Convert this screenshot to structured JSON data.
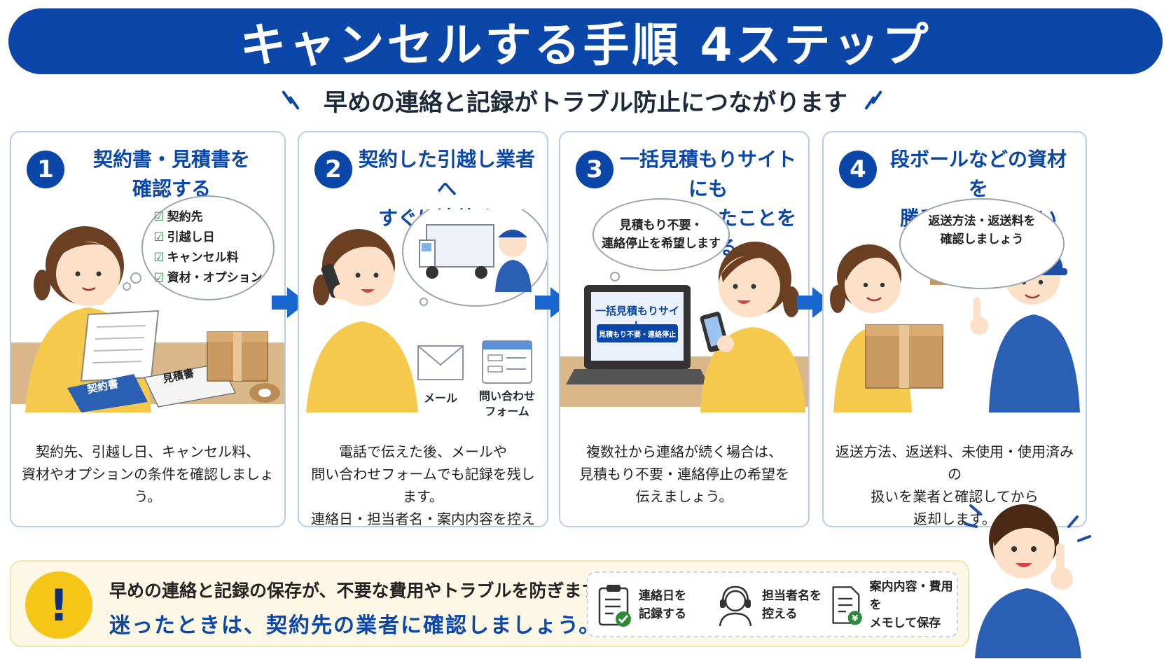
{
  "title": "キャンセルする手順 4ステップ",
  "subtitle": "早めの連絡と記録がトラブル防止につながります",
  "steps": [
    {
      "number": "1",
      "title_l1": "契約書・見積書を",
      "title_l2": "確認する",
      "checklist": [
        "契約先",
        "引越し日",
        "キャンセル料",
        "資材・オプション"
      ],
      "doc_label_1": "契約書",
      "doc_label_2": "見積書",
      "desc_l1": "契約先、引越し日、キャンセル料、",
      "desc_l2": "資材やオプションの条件を確認しましょう。",
      "desc_l3": ""
    },
    {
      "number": "2",
      "title_l1": "契約した引越し業者へ",
      "title_l2": "すぐに連絡する",
      "mail_label": "メール",
      "form_label_l1": "問い合わせ",
      "form_label_l2": "フォーム",
      "desc_l1": "電話で伝えた後、メールや",
      "desc_l2": "問い合わせフォームでも記録を残します。",
      "desc_l3": "連絡日・担当者名・案内内容を控えましょう。"
    },
    {
      "number": "3",
      "title_l1": "一括見積もりサイトにも",
      "title_l2": "不要になったことを伝える",
      "bubble_l1": "見積もり不要・",
      "bubble_l2": "連絡停止を希望します",
      "screen_title": "一括見積もりサイト",
      "screen_button": "見積もり不要・連絡停止",
      "desc_l1": "複数社から連絡が続く場合は、",
      "desc_l2": "見積もり不要・連絡停止の希望を",
      "desc_l3": "伝えましょう。"
    },
    {
      "number": "4",
      "title_l1": "段ボールなどの資材を",
      "title_l2": "勝手に処分しない",
      "bubble_l1": "返送方法・返送料を",
      "bubble_l2": "確認しましょう",
      "desc_l1": "返送方法、返送料、未使用・使用済みの",
      "desc_l2": "扱いを業者と確認してから",
      "desc_l3": "返却します。"
    }
  ],
  "bottom": {
    "line1": "早めの連絡と記録の保存が、不要な費用やトラブルを防ぎます。",
    "line2": "迷ったときは、契約先の業者に確認しましょう。",
    "tips": [
      {
        "l1": "連絡日を",
        "l2": "記録する",
        "icon": "clipboard-check-icon"
      },
      {
        "l1": "担当者名を",
        "l2": "控える",
        "icon": "headset-person-icon"
      },
      {
        "l1": "案内内容・費用を",
        "l2": "メモして保存",
        "icon": "document-yen-icon"
      }
    ]
  },
  "colors": {
    "primary": "#0b47a8",
    "accent": "#1a66d0",
    "warning": "#f5c518",
    "card_border": "#b8cdec"
  }
}
